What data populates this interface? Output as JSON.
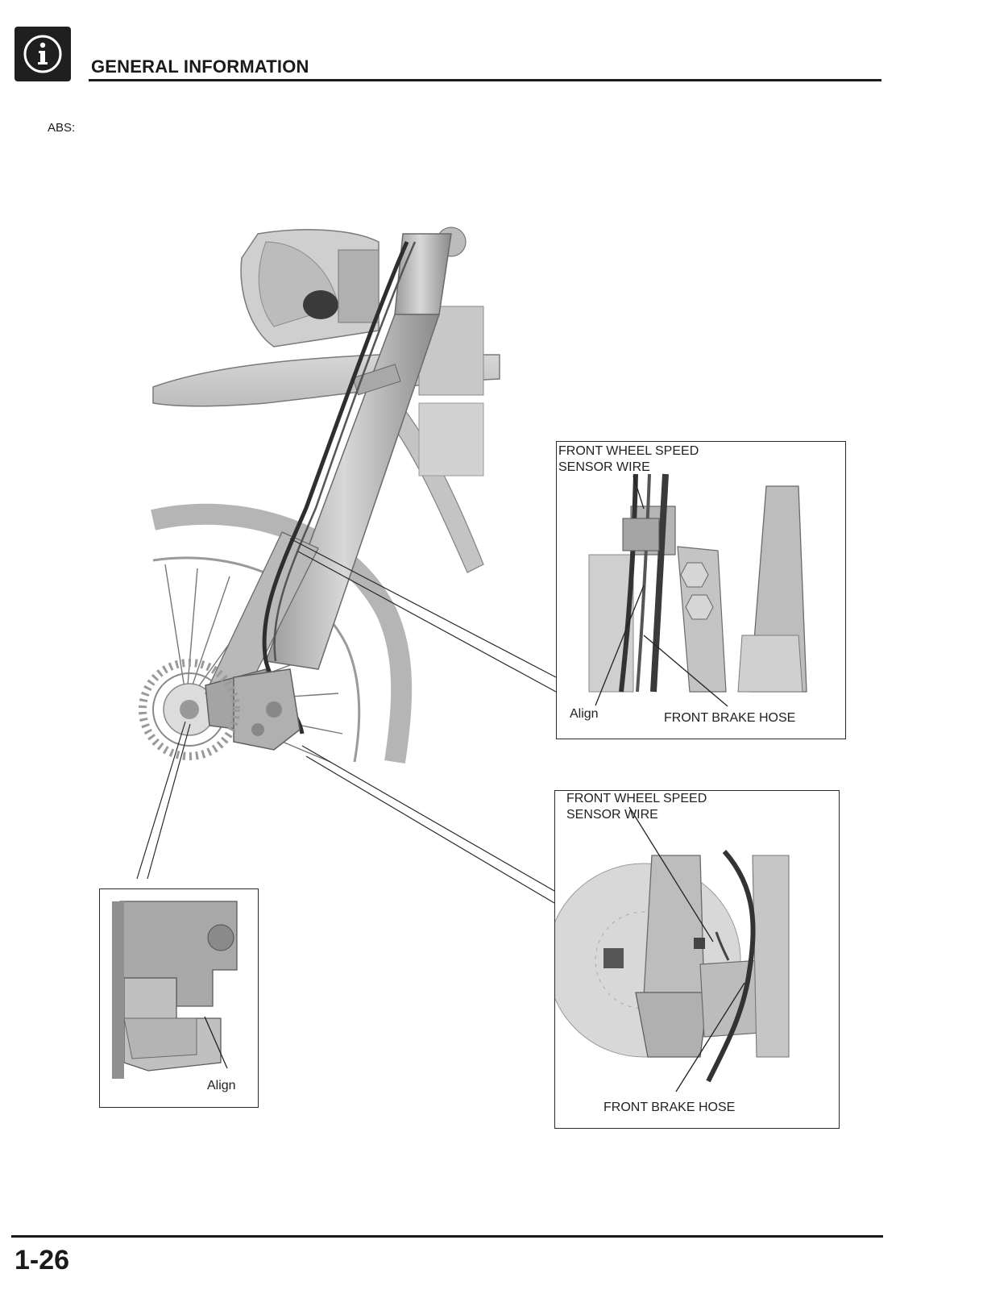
{
  "header": {
    "icon": "info-icon",
    "title": "GENERAL INFORMATION"
  },
  "section": {
    "label": "ABS:"
  },
  "callouts": {
    "upper": {
      "title_line1": "FRONT WHEEL SPEED",
      "title_line2": "SENSOR WIRE",
      "align_label": "Align",
      "hose_label": "FRONT BRAKE HOSE"
    },
    "lower": {
      "title_line1": "FRONT WHEEL SPEED",
      "title_line2": "SENSOR WIRE",
      "hose_label": "FRONT BRAKE HOSE"
    },
    "left": {
      "align_label": "Align"
    }
  },
  "footer": {
    "page_number": "1-26"
  }
}
